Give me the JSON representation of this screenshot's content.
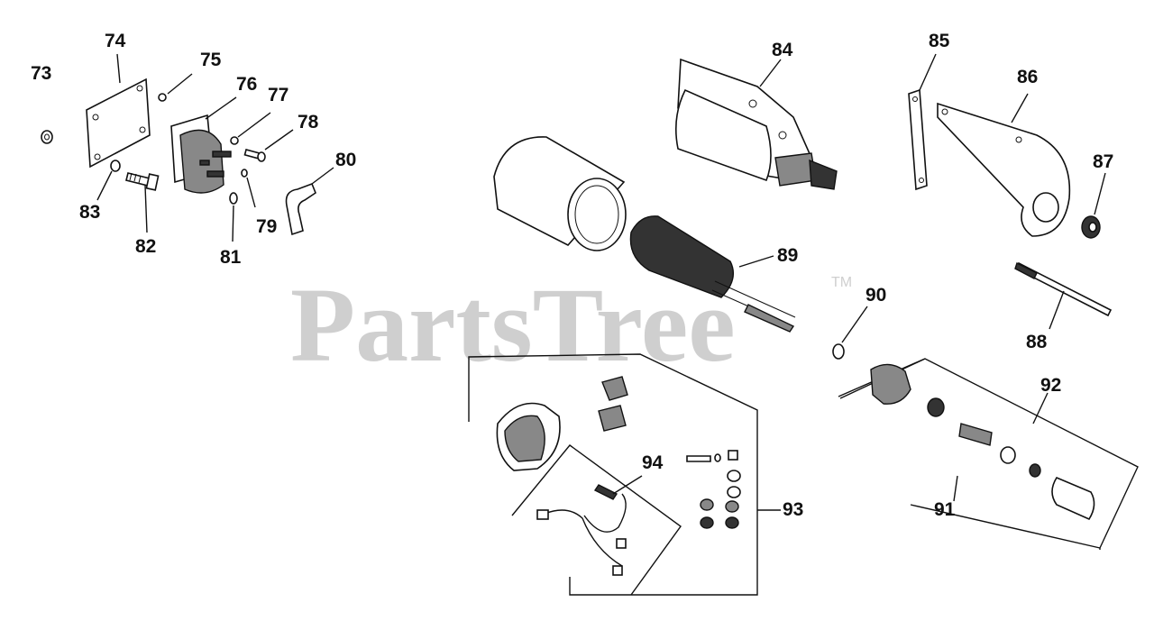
{
  "watermark": {
    "text": "PartsTree",
    "trademark": "TM"
  },
  "callouts": {
    "c73": "73",
    "c74": "74",
    "c75": "75",
    "c76": "76",
    "c77": "77",
    "c78": "78",
    "c79": "79",
    "c80": "80",
    "c81": "81",
    "c82": "82",
    "c83": "83",
    "c84": "84",
    "c85": "85",
    "c86": "86",
    "c87": "87",
    "c88": "88",
    "c89": "89",
    "c90": "90",
    "c91": "91",
    "c92": "92",
    "c93": "93",
    "c94": "94"
  },
  "colors": {
    "ink": "#111111",
    "watermark": "#cfcfcf",
    "background": "#ffffff"
  }
}
